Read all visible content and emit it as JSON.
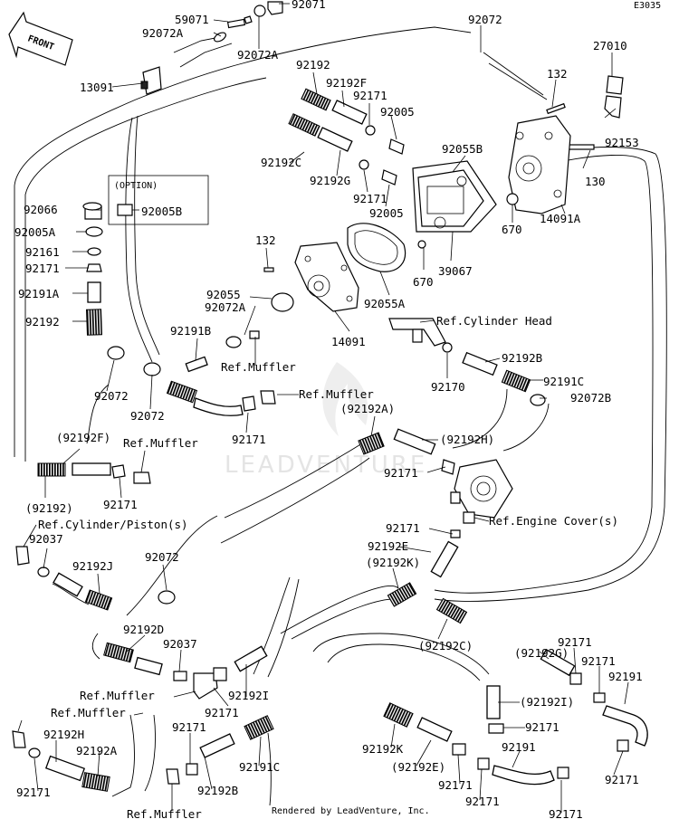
{
  "diagram_code": "E3035",
  "front_label": "FRONT",
  "watermark": "LEADVENTURE",
  "footer": "Rendered by LeadVenture, Inc.",
  "option_label": "(OPTION)",
  "labels": {
    "p59071": "59071",
    "p92071": "92071",
    "p92072A_a": "92072A",
    "p92072A_b": "92072A",
    "p92072_top": "92072",
    "p27010": "27010",
    "p13091": "13091",
    "p92192_top": "92192",
    "p92192F_top": "92192F",
    "p92171_a": "92171",
    "p92005_a": "92005",
    "p132_a": "132",
    "p92153": "92153",
    "p92192C_top": "92192C",
    "p92055B": "92055B",
    "p92192G": "92192G",
    "p92171_b": "92171",
    "p130": "130",
    "p92066": "92066",
    "p92005B": "92005B",
    "p92005_b": "92005",
    "p14091A": "14091A",
    "p92005A": "92005A",
    "p670_a": "670",
    "p92161": "92161",
    "p92171_c": "92171",
    "p132_b": "132",
    "p670_b": "670",
    "p39067": "39067",
    "p92191A": "92191A",
    "p92055": "92055",
    "p92055A": "92055A",
    "p92072A_c": "92072A",
    "p92192_left": "92192",
    "p14091": "14091",
    "ref_cyl_head": "Ref.Cylinder Head",
    "p92191B": "92191B",
    "p92192B": "92192B",
    "ref_muffler_a": "Ref.Muffler",
    "p92072_a": "92072",
    "p92170": "92170",
    "p92191C": "92191C",
    "ref_muffler_b": "Ref.Muffler",
    "p92072B": "92072B",
    "p92072_b": "92072",
    "p92192A_paren": "(92192A)",
    "p92171_d": "92171",
    "p92192F_paren": "(92192F)",
    "ref_muffler_c": "Ref.Muffler",
    "p92192H_paren": "(92192H)",
    "p92171_e": "92171",
    "p92171_f": "92171",
    "p92192_paren": "(92192)",
    "ref_cyl_piston": "Ref.Cylinder/Piston(s)",
    "p92171_g": "92171",
    "ref_engine_cover": "Ref.Engine Cover(s)",
    "p92037_a": "92037",
    "p92192E": "92192E",
    "p92072_c": "92072",
    "p92192J": "92192J",
    "p92192K_paren": "(92192K)",
    "p92192D": "92192D",
    "p92192G_paren": "(92192G)",
    "p92037_b": "92037",
    "p92192C_paren": "(92192C)",
    "p92171_h": "92171",
    "p92171_i": "92171",
    "p92191_a": "92191",
    "ref_muffler_d": "Ref.Muffler",
    "p92192I_a": "92192I",
    "p92192I_paren": "(92192I)",
    "ref_muffler_e": "Ref.Muffler",
    "p92171_j": "92171",
    "p92171_k": "92171",
    "p92192H": "92192H",
    "p92171_l": "92171",
    "p92192K": "92192K",
    "p92191": "92191",
    "p92192A": "92192A",
    "p92192E_paren": "(92192E)",
    "p92171_m": "92171",
    "p92171_n": "92171",
    "p92171_o": "92171",
    "p92171_p": "92171",
    "ref_muffler_f": "Ref.Muffler"
  }
}
